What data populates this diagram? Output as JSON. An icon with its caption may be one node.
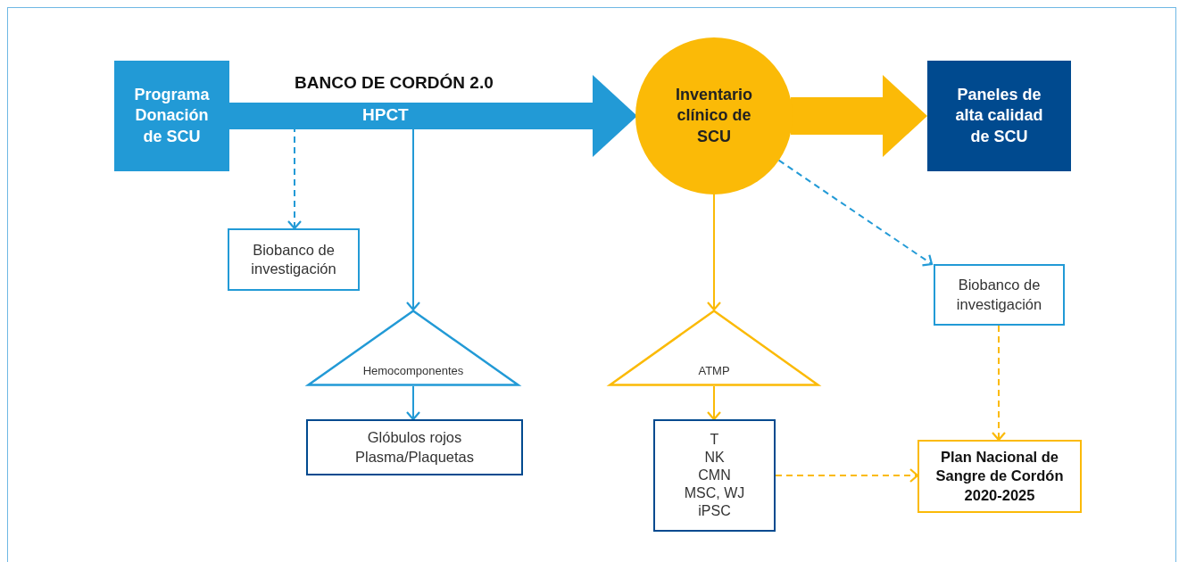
{
  "diagram": {
    "nodes": [
      {
        "text": [
          "Programa Donación de SCU"
        ]
      },
      {
        "text": [
          "Inventario clínico de SCU"
        ]
      },
      {
        "text": [
          "Paneles de alta calidad de SCU"
        ]
      },
      {
        "text": [
          "Biobanco de investigación"
        ]
      },
      {
        "text": [
          "Hemocomponentes"
        ]
      },
      {
        "text": [
          "Glóbulos rojos Plasma/Plaquetas"
        ]
      },
      {
        "text": [
          "ATMP"
        ]
      },
      {
        "text": [
          "T",
          "NK",
          "CMN",
          "MSC, WJ",
          "iPSC"
        ]
      },
      {
        "text": [
          "Biobanco de investigación"
        ]
      },
      {
        "text": [
          "Plan Nacional de Sangre de Cordón 2020-2025"
        ]
      }
    ],
    "edges": [
      {
        "from": 0,
        "to": 1,
        "arrow": "to",
        "label": "HPCT",
        "style": "thick",
        "color": "#229ad6"
      },
      {
        "from": 0,
        "to": 3,
        "arrow": "to",
        "style": "dashed",
        "color": "#229ad6"
      },
      {
        "from": 0,
        "to": 4,
        "arrow": "to",
        "color": "#229ad6"
      },
      {
        "from": 4,
        "to": 5,
        "arrow": "to",
        "color": "#229ad6"
      },
      {
        "from": 1,
        "to": 2,
        "arrow": "to",
        "style": "thick",
        "color": "#fbba07"
      },
      {
        "from": 1,
        "to": 6,
        "arrow": "to",
        "color": "#fbba07"
      },
      {
        "from": 6,
        "to": 7,
        "arrow": "to",
        "color": "#fbba07"
      },
      {
        "from": 1,
        "to": 8,
        "arrow": "to",
        "style": "dashed",
        "color": "#229ad6"
      },
      {
        "from": 8,
        "to": 9,
        "arrow": "to",
        "style": "dashed",
        "color": "#fbba07"
      },
      {
        "from": 7,
        "to": 9,
        "arrow": "to",
        "style": "dashed",
        "color": "#fbba07"
      }
    ],
    "labels": [
      "BANCO DE CORDÓN 2.0"
    ]
  }
}
